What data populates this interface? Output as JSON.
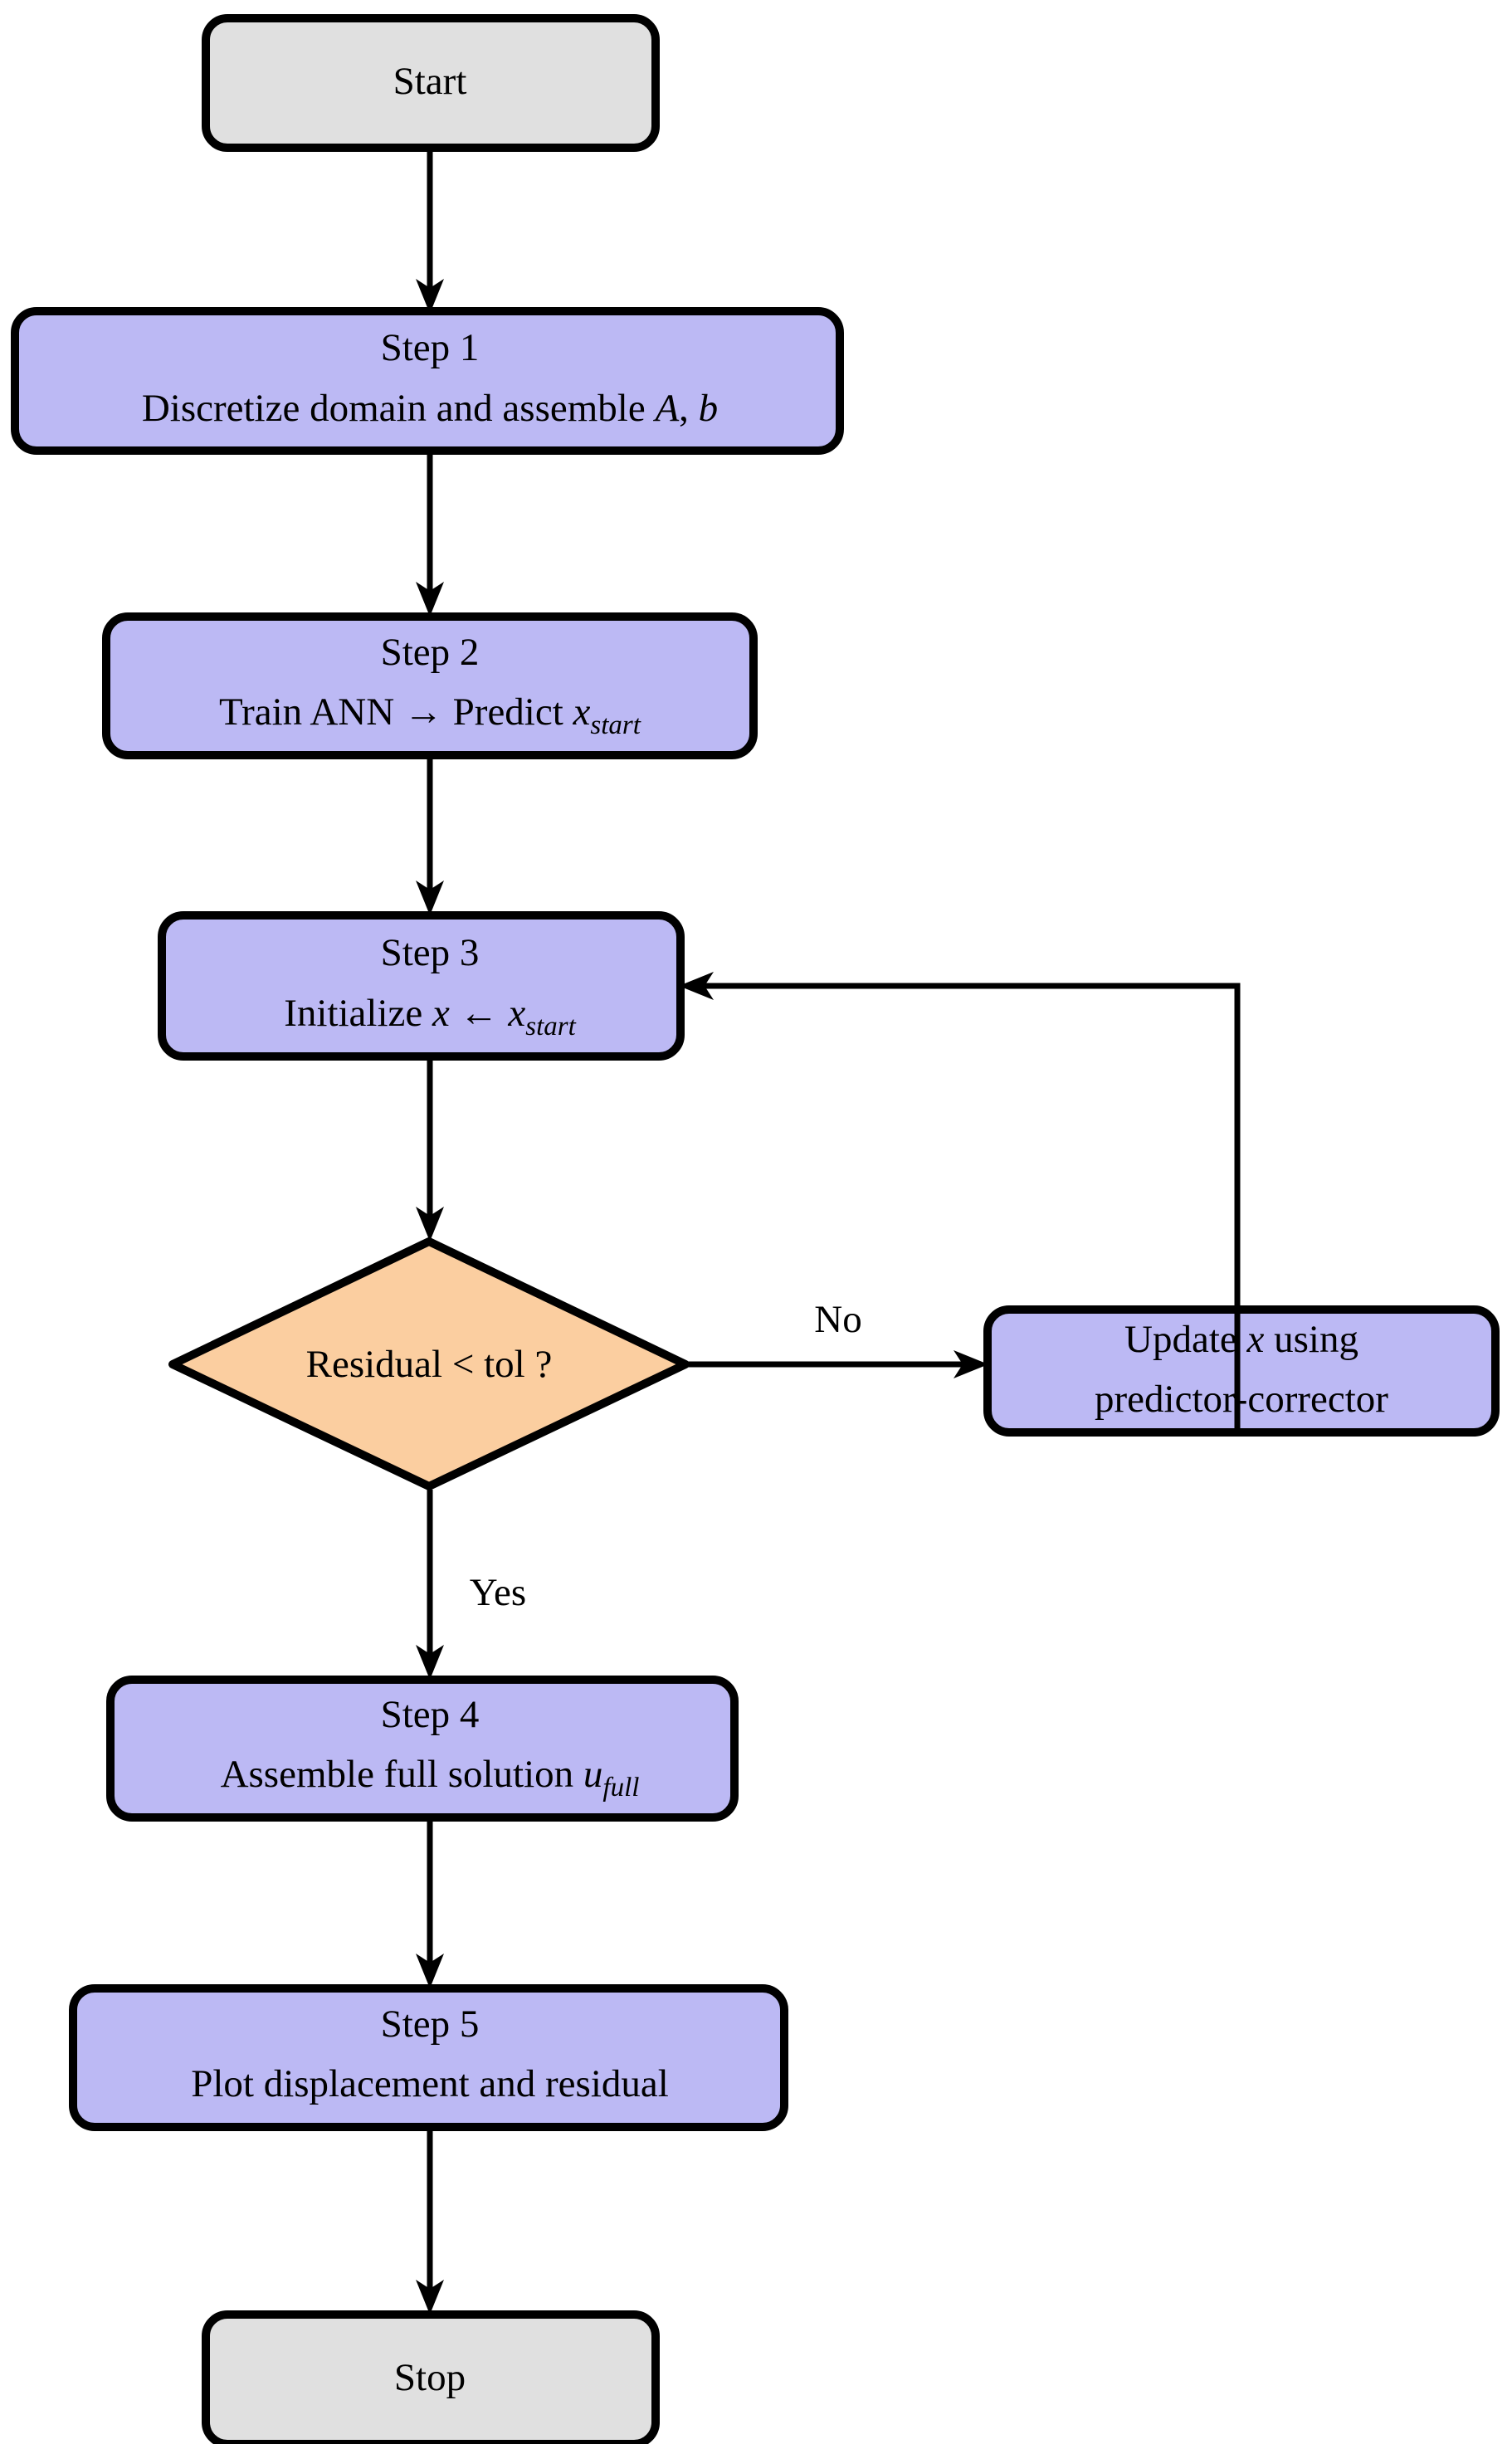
{
  "diagram": {
    "title_text": "",
    "type": "flowchart",
    "colors": {
      "terminal_fill": "#e0e0e0",
      "process_fill": "#bcb9f4",
      "decision_fill": "#fbcea0",
      "stroke": "#000000",
      "background": "#ffffff"
    },
    "nodes": {
      "start": {
        "label": "Start",
        "kind": "terminal"
      },
      "step1": {
        "line1": "Step 1",
        "line2_a": "Discretize domain and assemble ",
        "line2_var1": "A",
        "line2_comma": ", ",
        "line2_var2": "b",
        "kind": "process"
      },
      "step2": {
        "line1": "Step 2",
        "line2_a": "Train ANN ",
        "line2_arrow": "→",
        "line2_b": " Predict ",
        "line2_var": "x",
        "line2_sub": "start",
        "kind": "process"
      },
      "step3": {
        "line1": "Step 3",
        "line2_a": "Initialize ",
        "line2_var1": "x",
        "line2_arrow": " ← ",
        "line2_var2": "x",
        "line2_sub": "start",
        "kind": "process"
      },
      "decision": {
        "label_a": "Residual ",
        "label_lt": "<",
        "label_b": " tol ?",
        "kind": "decision"
      },
      "update": {
        "line1_a": "Update ",
        "line1_var": "x",
        "line1_b": " using",
        "line2": "predictor-corrector",
        "kind": "process"
      },
      "step4": {
        "line1": "Step 4",
        "line2_a": "Assemble full solution ",
        "line2_var": "u",
        "line2_sub": "full",
        "kind": "process"
      },
      "step5": {
        "line1": "Step 5",
        "line2": "Plot displacement and residual",
        "kind": "process"
      },
      "stop": {
        "label": "Stop",
        "kind": "terminal"
      }
    },
    "edge_labels": {
      "no": "No",
      "yes": "Yes"
    }
  }
}
